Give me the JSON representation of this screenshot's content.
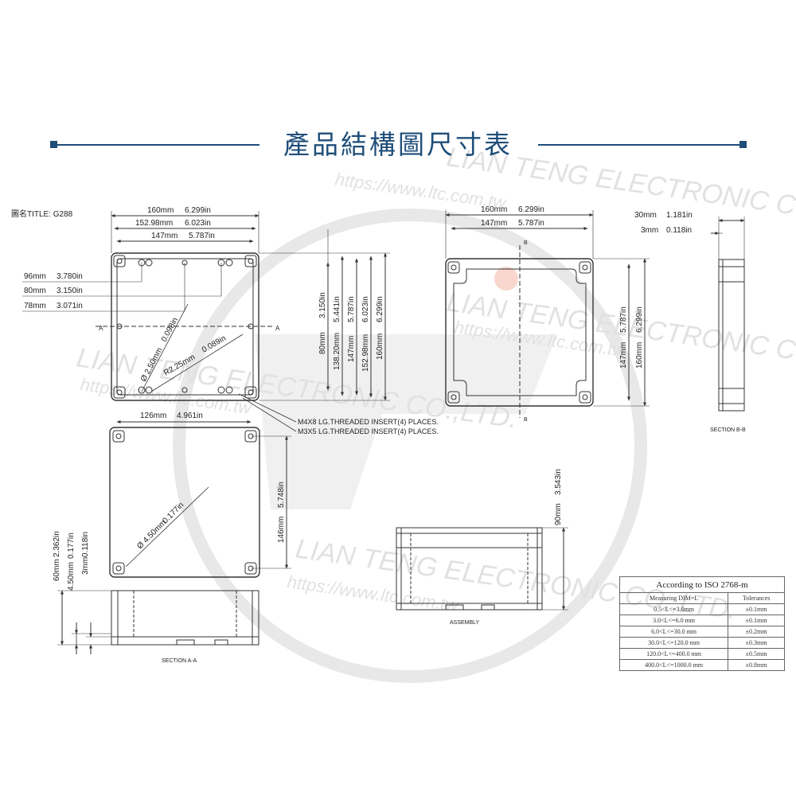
{
  "page": {
    "heading": "產品結構圖尺寸表",
    "title_label": "圖名TITLE: G288",
    "accent_color": "#1f4e79",
    "line_color": "#555555",
    "watermark_color": "#c9c9c9"
  },
  "watermark": {
    "company": "LIAN TENG ELECTRONIC CO.,LTD.",
    "url": "https://www.ltc.com.tw"
  },
  "top_view": {
    "widths": [
      "160mm",
      "6.299in",
      "152.98mm",
      "6.023in",
      "147mm",
      "5.787in"
    ],
    "left_dims": [
      "96mm",
      "3.780in",
      "80mm",
      "3.150in",
      "78mm",
      "3.071in"
    ],
    "right_dims": [
      "80mm",
      "3.150in",
      "138.20mm",
      "5.441in",
      "147mm",
      "5.787in",
      "152.98mm",
      "6.023in",
      "160mm",
      "6.299in"
    ],
    "hole_dia": "Ø 2.50mm",
    "hole_dia_in": "0.098in",
    "radius": "R2.25mm",
    "radius_in": "0.089in",
    "section_mark": "A",
    "note_m4": "M4X8 LG.THREADED INSERT(4) PLACES.",
    "note_m3": "M3X5 LG.THREADED INSERT(4) PLACES."
  },
  "lid_view": {
    "widths": [
      "160mm",
      "6.299in",
      "147mm",
      "5.787in"
    ],
    "heights": [
      "147mm",
      "5.787in",
      "160mm",
      "6.299in"
    ],
    "section_mark": "B"
  },
  "section_bb": {
    "dims": [
      "30mm",
      "1.181in",
      "3mm",
      "0.118in"
    ],
    "label": "SECTION B-B"
  },
  "bottom_view": {
    "width": [
      "126mm",
      "4.961in"
    ],
    "height": [
      "146mm",
      "5.748in"
    ],
    "hole_dia": "Ø 4.50mm",
    "hole_dia_in": "0.177in"
  },
  "section_aa": {
    "dims": [
      "60mm",
      "2.362in",
      "4.50mm",
      "0.177in",
      "3mm",
      "0.118in"
    ],
    "label": "SECTION A-A"
  },
  "assembly": {
    "height": [
      "90mm",
      "3.543in"
    ],
    "label": "ASSEMBLY"
  },
  "tolerance_table": {
    "caption": "According to ISO 2768-m",
    "headers": [
      "Measuring  DIM=L",
      "Tolerances"
    ],
    "rows": [
      [
        "0.5<L<=3.0mm",
        "±0.1mm"
      ],
      [
        "3.0<L<=6.0 mm",
        "±0.1mm"
      ],
      [
        "6.0<L<=30.0 mm",
        "±0.2mm"
      ],
      [
        "30.0<L<=120.0 mm",
        "±0.3mm"
      ],
      [
        "120.0<L<=400.0 mm",
        "±0.5mm"
      ],
      [
        "400.0<L<=1000.0 mm",
        "±0.8mm"
      ]
    ]
  }
}
